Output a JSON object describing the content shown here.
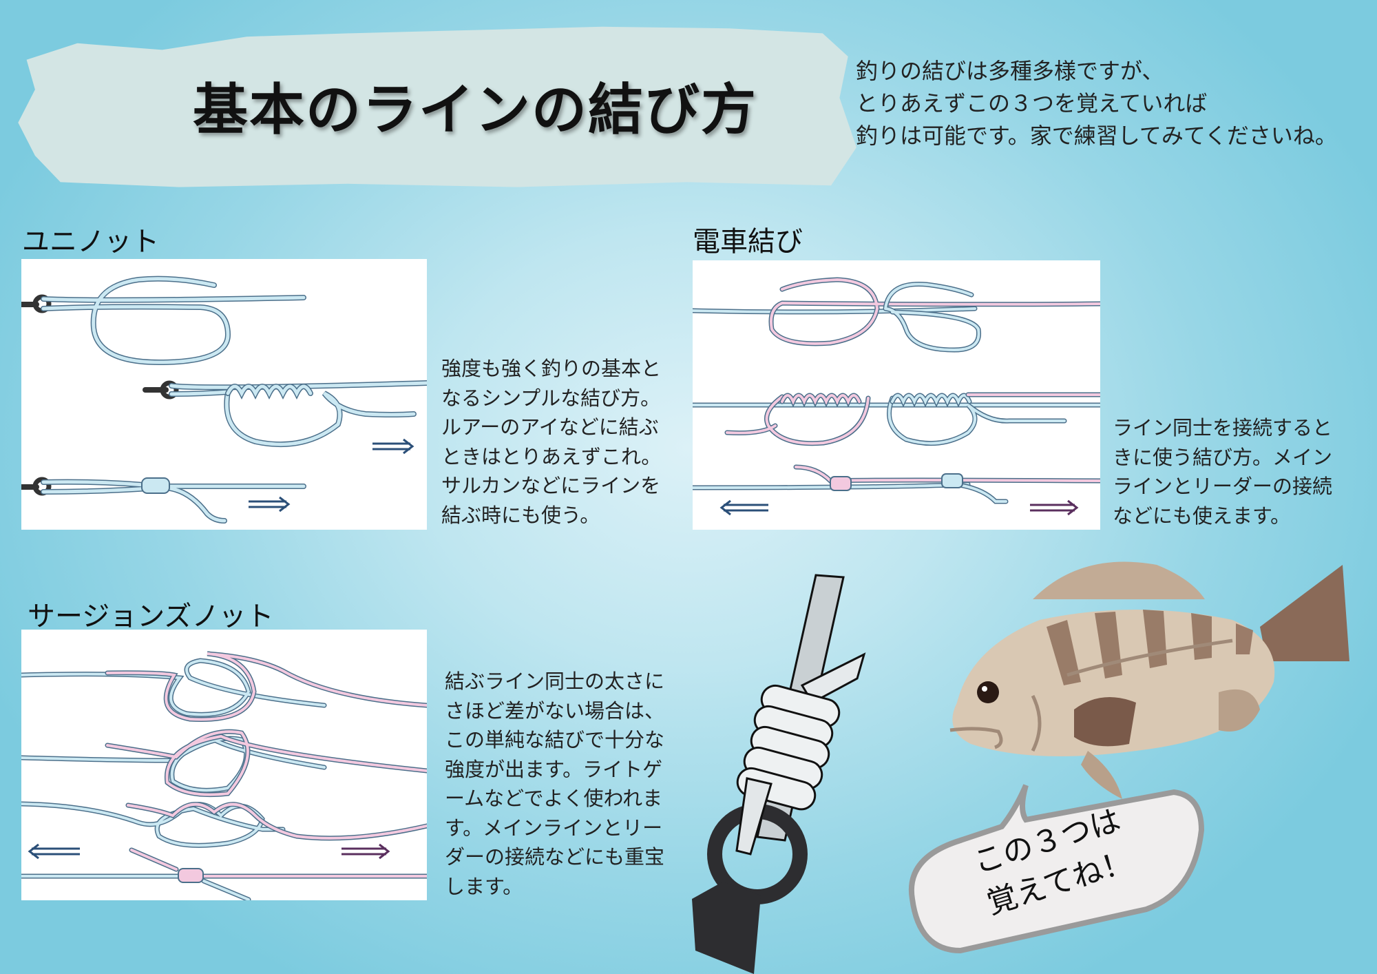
{
  "header": {
    "title": "基本のラインの結び方",
    "intro": "釣りの結びは多種多様ですが、\nとりあえずこの３つを覚えていれば\n釣りは可能です。家で練習してみてくださいね。"
  },
  "knots": [
    {
      "name": "ユニノット",
      "description": "強度も強く釣りの基本と\nなるシンプルな結び方。\nルアーのアイなどに結ぶ\nときはとりあえずこれ。\nサルカンなどにラインを\n結ぶ時にも使う。",
      "diagram_steps": 3,
      "pull_arrows": [
        "right",
        "right"
      ]
    },
    {
      "name": "電車結び",
      "description": "ライン同士を接続すると\nきに使う結び方。メイン\nラインとリーダーの接続\nなどにも使えます。",
      "diagram_steps": 3,
      "pull_arrows": [
        "left",
        "right"
      ]
    },
    {
      "name": "サージョンズノット",
      "description": "結ぶライン同士の太さに\nさほど差がない場合は、\nこの単純な結びで十分な\n強度が出ます。ライトゲ\nームなどでよく使われま\nす。メインラインとリー\nダーの接続などにも重宝\nします。",
      "diagram_steps": 4,
      "pull_arrows": [
        "left",
        "right"
      ]
    }
  ],
  "speech_bubble": {
    "text": "この３つは\n覚えてね！"
  },
  "illustrations": {
    "hook_knot": "knotted-line-on-swivel",
    "fish": "rockfish"
  },
  "colors": {
    "background": "#9dd8e8",
    "brush_stroke": "#d3e5e4",
    "line_blue": "#cbe8f2",
    "line_pink": "#f3c9df",
    "line_outline": "#4b6f8a",
    "arrow_blue": "#2b4f78",
    "arrow_purple": "#5a2f5e",
    "fish_body": "#d7c5b0",
    "fish_stripe": "#8a6a58"
  }
}
